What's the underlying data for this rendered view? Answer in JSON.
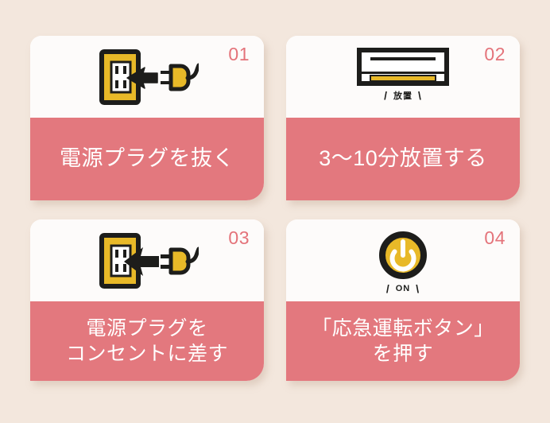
{
  "page": {
    "background_color": "#f3e7dd",
    "card_face_color": "#fdfbfa",
    "band_color": "#e3787e",
    "number_color": "#e4737a",
    "accent_yellow": "#e8b928",
    "outline_color": "#1d1d1b",
    "label_text_color": "#ffffff"
  },
  "steps": [
    {
      "number": "01",
      "label": "電源プラグを抜く",
      "icon": "outlet-plug-unplug-icon",
      "caption": null,
      "caption_slash_left": null,
      "caption_slash_right": null
    },
    {
      "number": "02",
      "label": "3〜10分放置する",
      "icon": "air-conditioner-icon",
      "caption": "放置",
      "caption_slash_left": "/",
      "caption_slash_right": "\\"
    },
    {
      "number": "03",
      "label": "電源プラグを\nコンセントに差す",
      "icon": "outlet-plug-insert-icon",
      "caption": null,
      "caption_slash_left": null,
      "caption_slash_right": null
    },
    {
      "number": "04",
      "label": "「応急運転ボタン」\nを押す",
      "icon": "power-button-icon",
      "caption": "ON",
      "caption_slash_left": "/",
      "caption_slash_right": "\\"
    }
  ]
}
